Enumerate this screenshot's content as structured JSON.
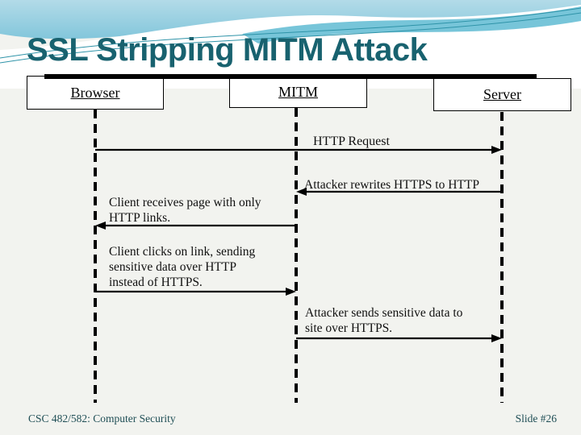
{
  "slide": {
    "title": "SSL Stripping MITM Attack",
    "footer": {
      "left": "CSC 482/582: Computer Security",
      "right": "Slide #26"
    }
  },
  "diagram": {
    "type": "sequence-diagram",
    "participants": [
      {
        "label": "Browser"
      },
      {
        "label": "MITM"
      },
      {
        "label": "Server"
      }
    ],
    "messages": [
      {
        "label": "HTTP Request",
        "from": "Browser",
        "to": "Server",
        "direction": "right",
        "lines": [
          "HTTP Request"
        ]
      },
      {
        "label": "Attacker rewrites HTTPS to HTTP",
        "from": "Server",
        "to": "MITM",
        "direction": "left",
        "lines": [
          "Attacker rewrites HTTPS to HTTP"
        ]
      },
      {
        "label": "Client receives page with only HTTP links.",
        "from": "MITM",
        "to": "Browser",
        "direction": "left",
        "lines": [
          "Client receives page with only",
          "HTTP links."
        ]
      },
      {
        "label": "Client clicks on link, sending sensitive data over HTTP instead of HTTPS.",
        "from": "Browser",
        "to": "MITM",
        "direction": "right",
        "lines": [
          "Client clicks on link, sending",
          "sensitive data over HTTP",
          "instead of HTTPS."
        ]
      },
      {
        "label": "Attacker sends sensitive data to site over HTTPS.",
        "from": "MITM",
        "to": "Server",
        "direction": "right",
        "lines": [
          "Attacker sends sensitive data to",
          "site over HTTPS."
        ]
      }
    ]
  },
  "colors": {
    "title_text": "#18626f",
    "footer_text": "#1f4e55",
    "wave_light_blue": "#a9d6e5",
    "wave_mid_blue": "#7fc6db",
    "wave_turquoise": "#4fb4ce",
    "wave_line_accent": "#2e93a8",
    "diagram_lines": "#000000",
    "slide_background": "#f2f3ef"
  }
}
